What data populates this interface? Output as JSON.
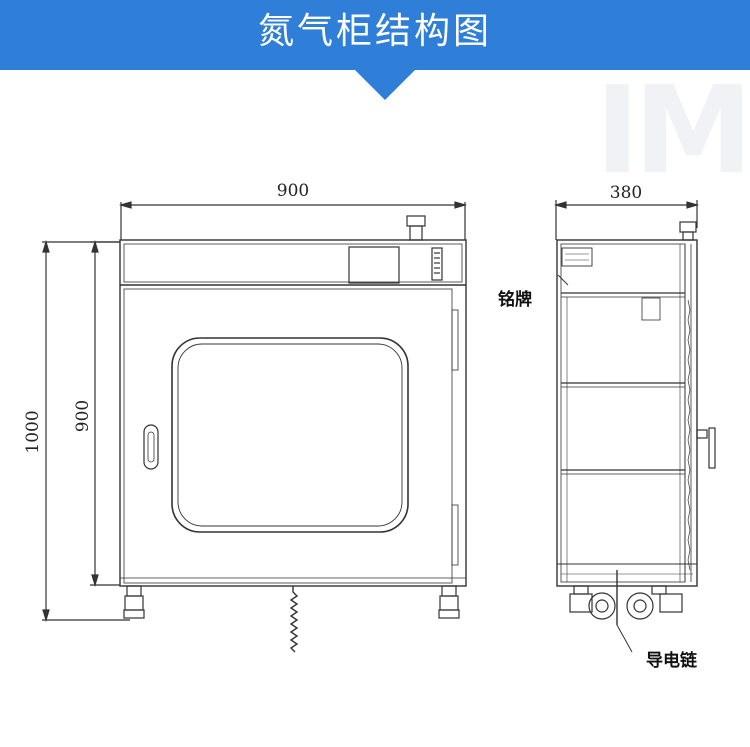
{
  "header": {
    "title": "氮气柜结构图"
  },
  "front_view": {
    "width_dim": "900",
    "height_dim_total": "1000",
    "height_dim_body": "900"
  },
  "side_view": {
    "depth_dim": "380",
    "nameplate_label": "铭牌",
    "ground_chain_label": "导电链"
  }
}
